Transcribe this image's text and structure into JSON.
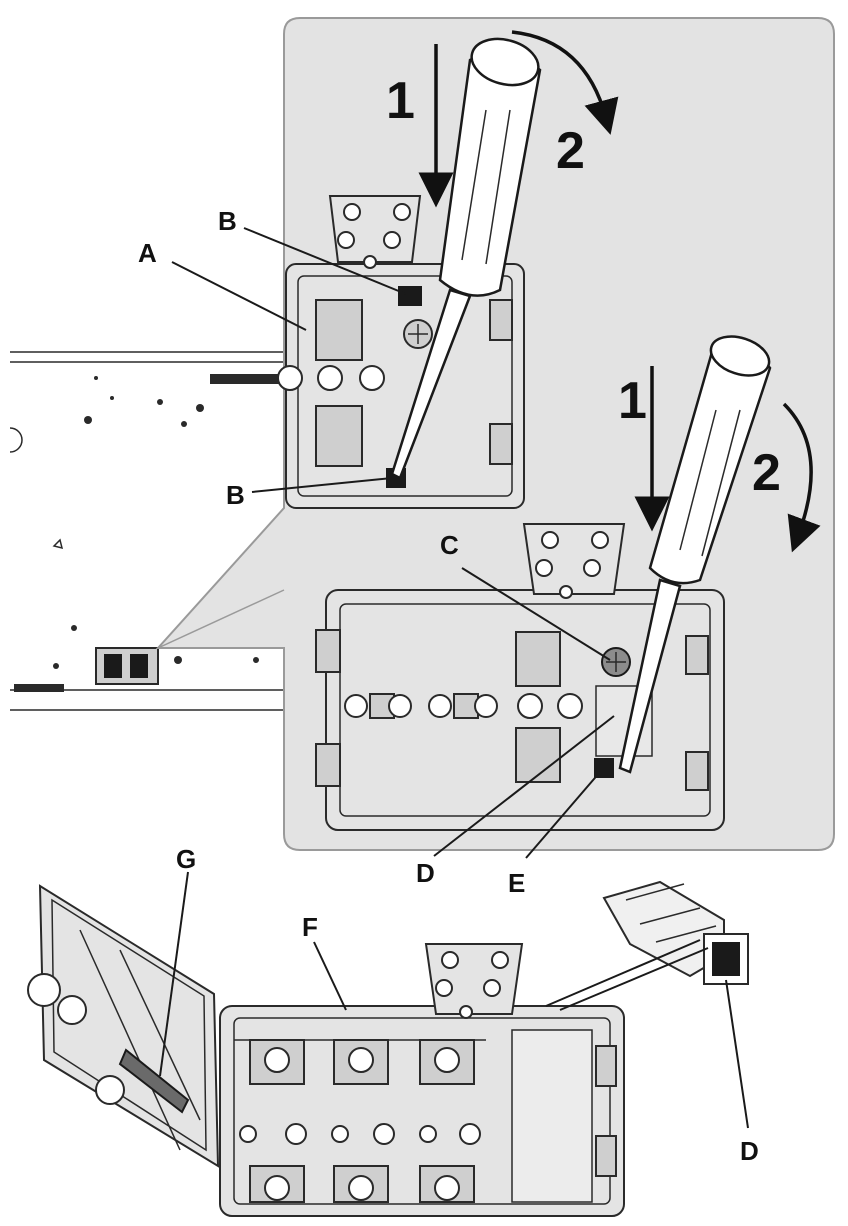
{
  "callouts": {
    "A": "A",
    "B_top": "B",
    "B_bottom": "B",
    "C": "C",
    "D_mid": "D",
    "E": "E",
    "F": "F",
    "G": "G",
    "D_right": "D"
  },
  "steps": {
    "top_push": "1",
    "top_rotate": "2",
    "mid_push": "1",
    "mid_rotate": "2"
  },
  "colors": {
    "inset_background": "#e3e3e3",
    "outline": "#2a2a2a"
  }
}
